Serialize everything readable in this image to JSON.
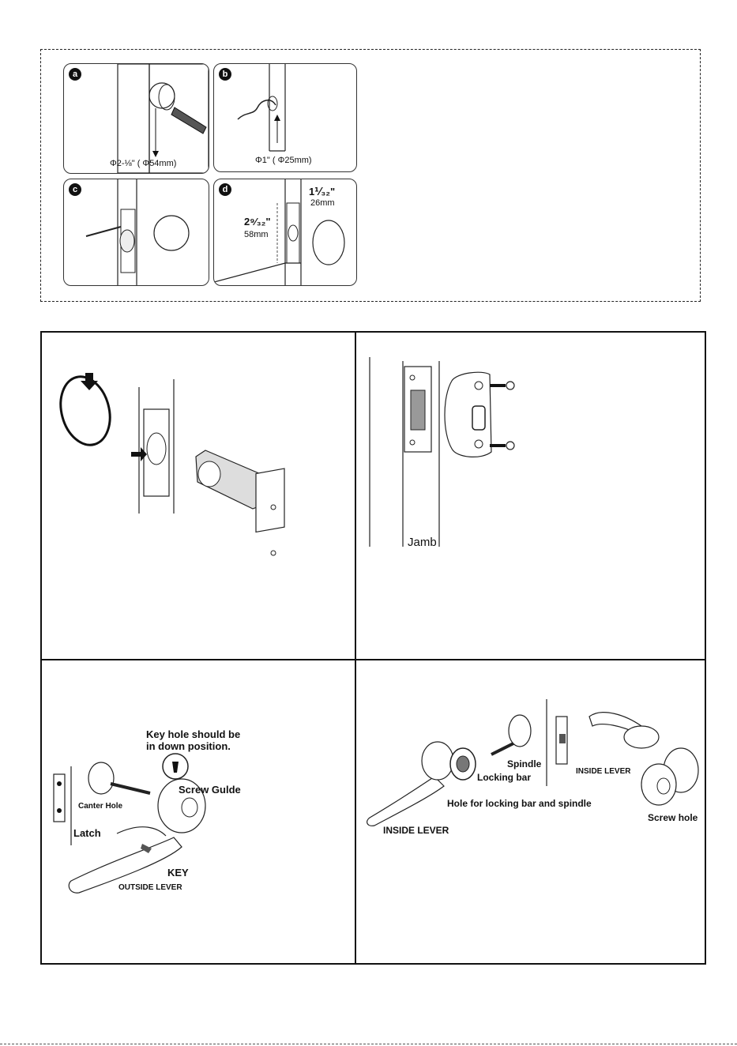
{
  "drilling": {
    "panels": [
      {
        "badge": "a",
        "dimension": "Φ2-⅛\" ( Φ54mm)"
      },
      {
        "badge": "b",
        "dimension": "Φ1\" ( Φ25mm)"
      },
      {
        "badge": "c",
        "dimension": ""
      },
      {
        "badge": "d",
        "dim_top": "1⅟₃₂\"",
        "dim_top_mm": "26mm",
        "dim_side": "2⁹⁄₃₂\"",
        "dim_side_mm": "58mm"
      }
    ]
  },
  "step_latch": {},
  "step_strike": {
    "jamb_label": "Jamb"
  },
  "step_outside": {
    "note_line1": "Key hole should be",
    "note_line2": "in down position.",
    "screw_guide": "Screw Gulde",
    "center_hole": "Canter Hole",
    "latch": "Latch",
    "key": "KEY",
    "outside_lever": "OUTSIDE  LEVER"
  },
  "step_inside": {
    "spindle": "Spindle",
    "locking_bar": "Locking bar",
    "hole_label": "Hole for locking bar and spindle",
    "inside_lever_left": "INSIDE LEVER",
    "inside_lever_right": "INSIDE LEVER",
    "screw_hole": "Screw hole"
  }
}
